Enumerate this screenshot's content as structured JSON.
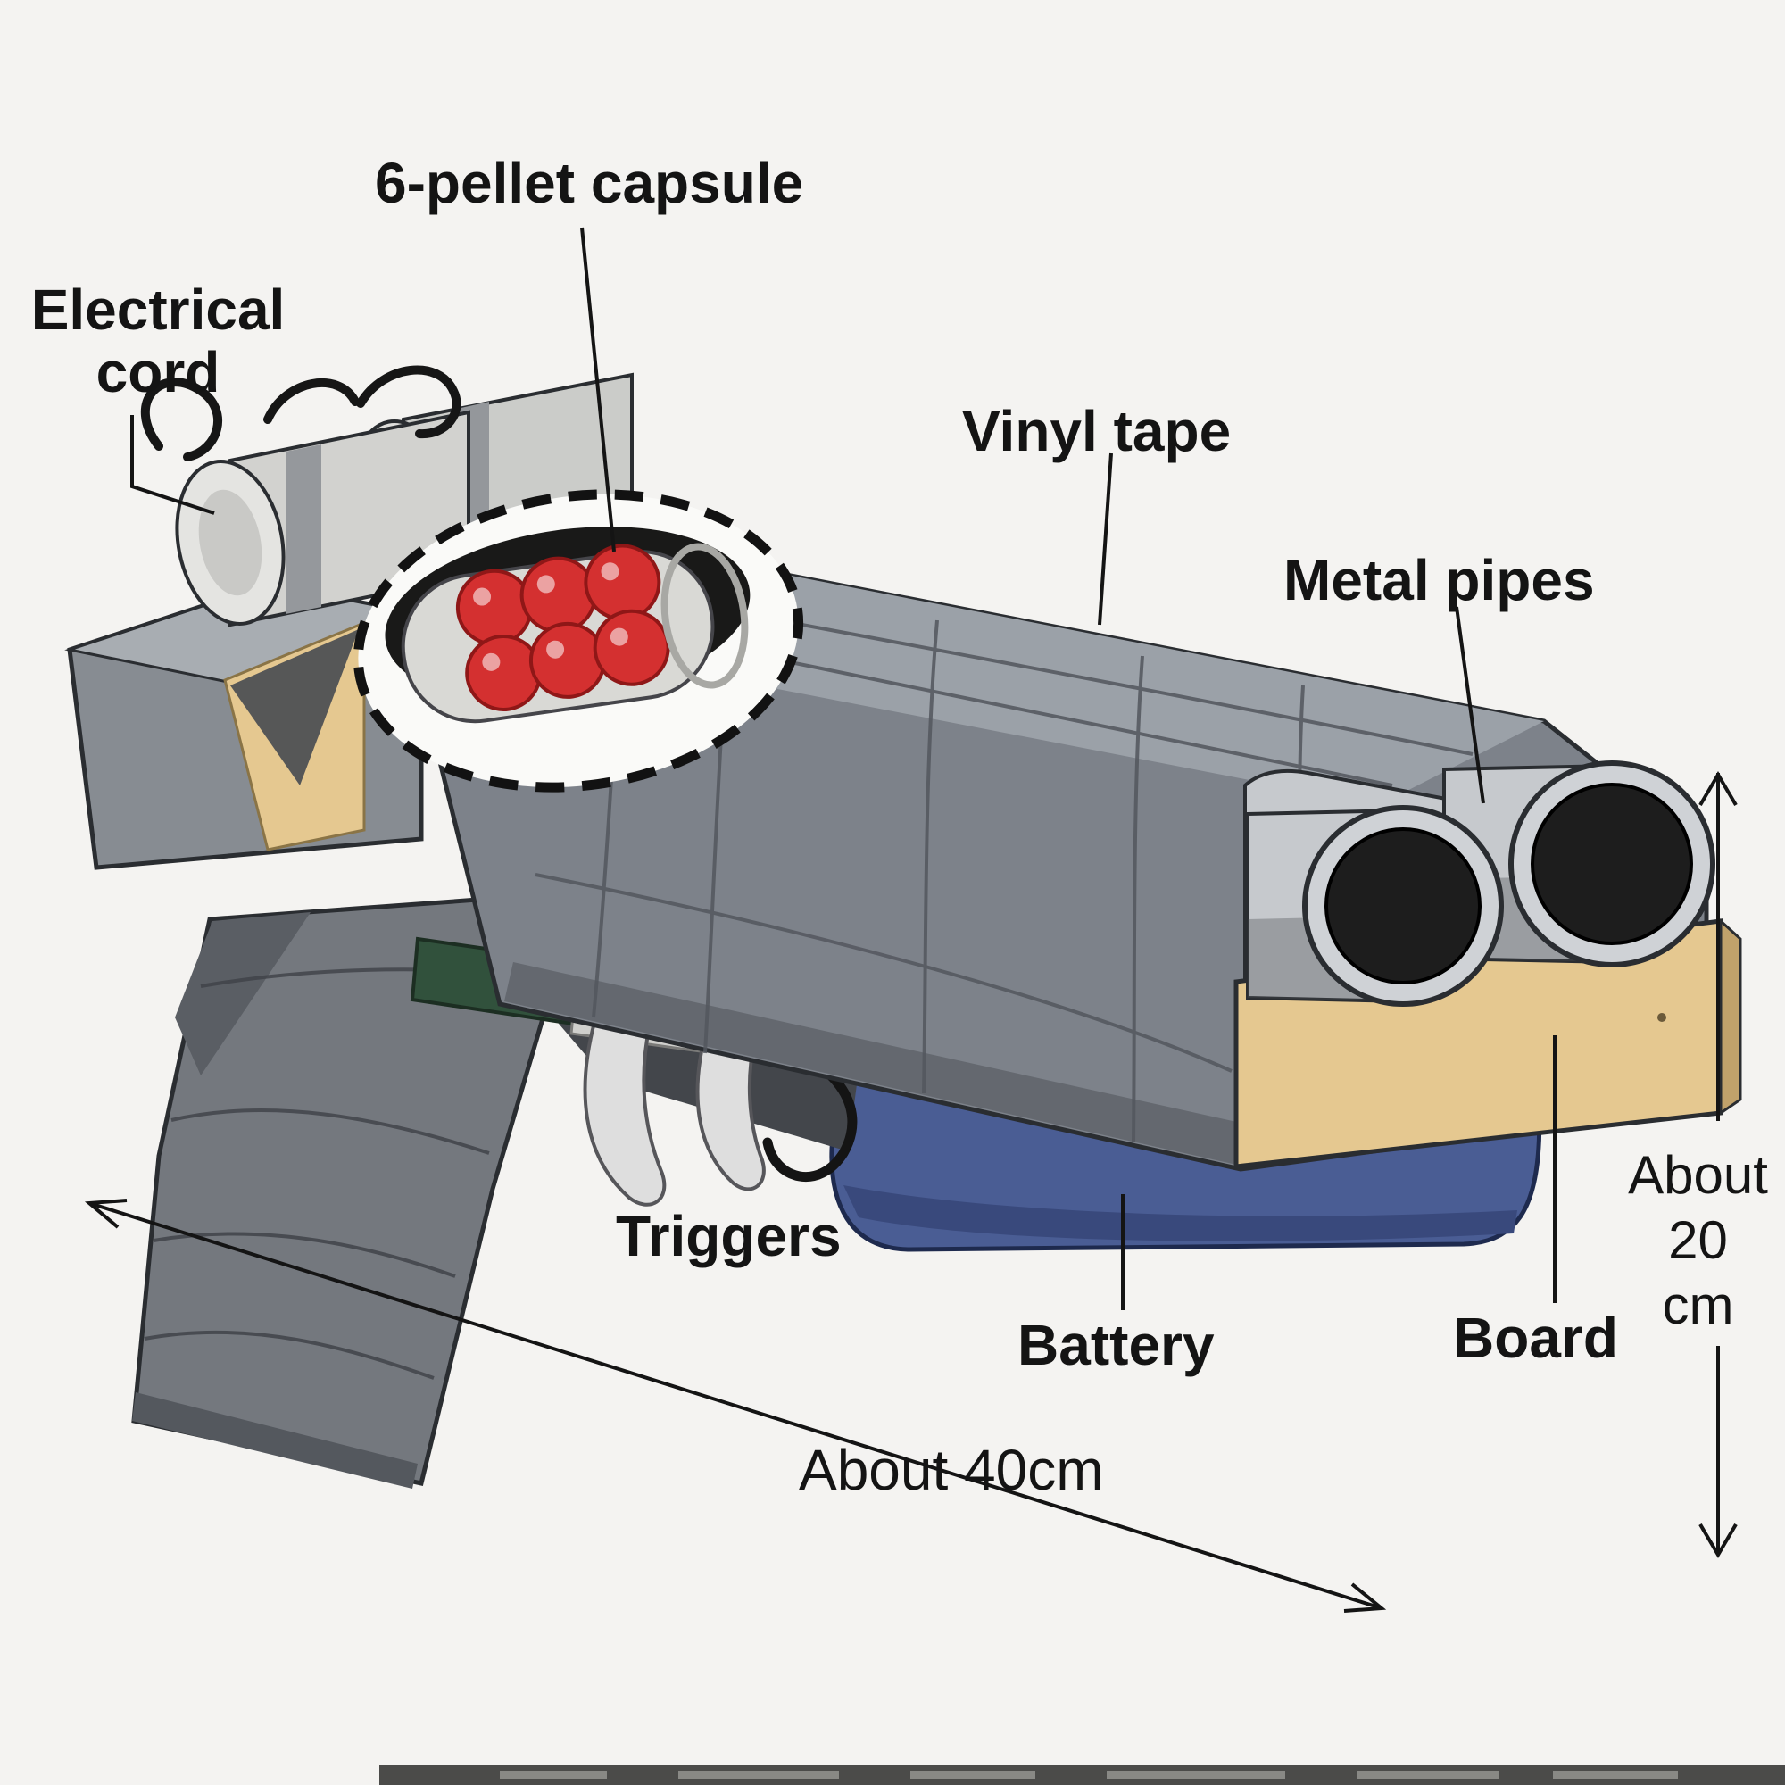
{
  "page": {
    "background": "#f4f3f1"
  },
  "labels": {
    "pellet_capsule": "6-pellet capsule",
    "electrical_cord": "Electrical\ncord",
    "vinyl_tape": "Vinyl tape",
    "metal_pipes": "Metal pipes",
    "triggers": "Triggers",
    "battery": "Battery",
    "board": "Board"
  },
  "dimensions": {
    "length": "About 40cm",
    "height": "About\n20\ncm"
  },
  "colors": {
    "page_bg": "#f4f3f1",
    "tape_body": "#7d828a",
    "tape_top": "#9ba1a8",
    "board_wood": "#e5c890",
    "battery_blue": "#4a5d94",
    "pellet_red": "#d43030",
    "metal_silver": "#c6c9cd",
    "ink": "#141414"
  }
}
